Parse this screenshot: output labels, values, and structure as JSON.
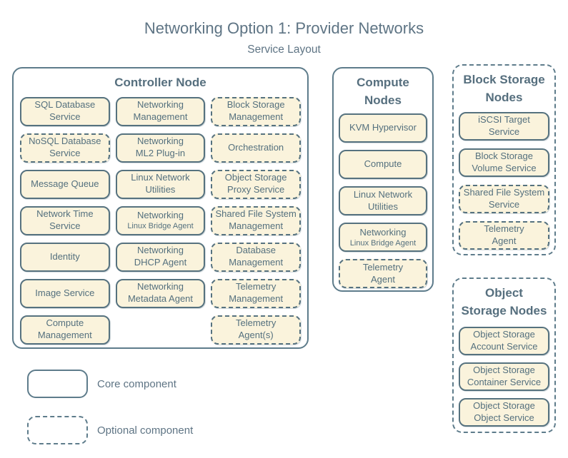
{
  "page": {
    "title": "Networking Option 1: Provider Networks",
    "subtitle": "Service Layout"
  },
  "colors": {
    "ink": "#54707e",
    "group_border": "#5e7c8b",
    "box_border": "#56727f",
    "box_fill": "#faf3dc",
    "background": "#ffffff"
  },
  "legend": {
    "items": [
      {
        "style": "core",
        "label": "Core component"
      },
      {
        "style": "optional",
        "label": "Optional component"
      }
    ]
  },
  "groups": [
    {
      "id": "controller-node",
      "title": "Controller Node",
      "style": "core",
      "items": [
        {
          "label": "SQL Database\nService",
          "style": "core"
        },
        {
          "label": "Networking\nManagement",
          "style": "core"
        },
        {
          "label": "Block Storage\nManagement",
          "style": "optional"
        },
        {
          "label": "NoSQL Database\nService",
          "style": "optional"
        },
        {
          "label": "Networking\nML2 Plug-in",
          "style": "core"
        },
        {
          "label": "Orchestration",
          "style": "optional"
        },
        {
          "label": "Message Queue",
          "style": "core"
        },
        {
          "label": "Linux Network\nUtilities",
          "style": "core"
        },
        {
          "label": "Object Storage\nProxy Service",
          "style": "optional"
        },
        {
          "label": "Network Time\nService",
          "style": "core"
        },
        {
          "label": "Networking",
          "sublabel": "Linux Bridge Agent",
          "style": "core"
        },
        {
          "label": "Shared File System\nManagement",
          "style": "optional"
        },
        {
          "label": "Identity",
          "style": "core"
        },
        {
          "label": "Networking\nDHCP Agent",
          "style": "core"
        },
        {
          "label": "Database\nManagement",
          "style": "optional"
        },
        {
          "label": "Image Service",
          "style": "core"
        },
        {
          "label": "Networking\nMetadata Agent",
          "style": "core"
        },
        {
          "label": "Telemetry\nManagement",
          "style": "optional"
        },
        {
          "label": "Compute\nManagement",
          "style": "core"
        },
        {
          "label": "",
          "style": "empty"
        },
        {
          "label": "Telemetry\nAgent(s)",
          "style": "optional"
        }
      ]
    },
    {
      "id": "compute-nodes",
      "title": "Compute\nNodes",
      "style": "core",
      "items": [
        {
          "label": "KVM Hypervisor",
          "style": "core"
        },
        {
          "label": "Compute",
          "style": "core"
        },
        {
          "label": "Linux Network\nUtilities",
          "style": "core"
        },
        {
          "label": "Networking",
          "sublabel": "Linux Bridge Agent",
          "style": "core"
        },
        {
          "label": "Telemetry\nAgent",
          "style": "optional"
        }
      ]
    },
    {
      "id": "block-storage-nodes",
      "title": "Block Storage\nNodes",
      "style": "optional",
      "items": [
        {
          "label": "iSCSI Target\nService",
          "style": "core"
        },
        {
          "label": "Block Storage\nVolume Service",
          "style": "core"
        },
        {
          "label": "Shared File System\nService",
          "style": "optional"
        },
        {
          "label": "Telemetry\nAgent",
          "style": "optional"
        }
      ]
    },
    {
      "id": "object-storage-nodes",
      "title": "Object\nStorage Nodes",
      "style": "optional",
      "items": [
        {
          "label": "Object Storage\nAccount Service",
          "style": "core"
        },
        {
          "label": "Object Storage\nContainer Service",
          "style": "core"
        },
        {
          "label": "Object Storage\nObject Service",
          "style": "core"
        }
      ]
    }
  ]
}
